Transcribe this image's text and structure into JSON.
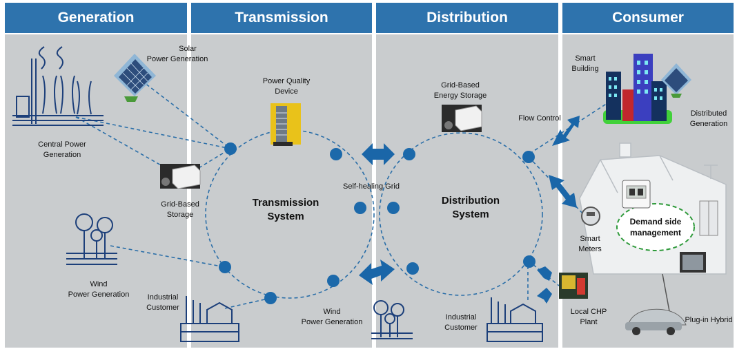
{
  "headers": {
    "generation": "Generation",
    "transmission": "Transmission",
    "distribution": "Distribution",
    "consumer": "Consumer"
  },
  "labels": {
    "solar_1": "Solar",
    "solar_2": "Power Generation",
    "central_1": "Central Power",
    "central_2": "Generation",
    "grid_storage_1": "Grid-Based",
    "grid_storage_2": "Storage",
    "wind_gen_1": "Wind",
    "wind_gen_2": "Power Generation",
    "industrial_1": "Industrial",
    "industrial_2": "Customer",
    "pq_1": "Power Quality",
    "pq_2": "Device",
    "self_healing": "Self-healing Grid",
    "transmission_system_1": "Transmission",
    "transmission_system_2": "System",
    "wind_trans_1": "Wind",
    "wind_trans_2": "Power Generation",
    "grid_energy_1": "Grid-Based",
    "grid_energy_2": "Energy Storage",
    "distribution_system_1": "Distribution",
    "distribution_system_2": "System",
    "industrial_dist_1": "Industrial",
    "industrial_dist_2": "Customer",
    "flow_control": "Flow Control",
    "smart_building_1": "Smart",
    "smart_building_2": "Building",
    "distributed_1": "Distributed",
    "distributed_2": "Generation",
    "demand_1": "Demand side",
    "demand_2": "management",
    "smart_meters_1": "Smart",
    "smart_meters_2": "Meters",
    "chp_1": "Local CHP",
    "chp_2": "Plant",
    "plugin": "Plug-in Hybrid"
  },
  "colors": {
    "header": "#2e73ad",
    "panel": "#c9ccce",
    "node": "#1c69aa",
    "dash": "#2a6ea8"
  }
}
